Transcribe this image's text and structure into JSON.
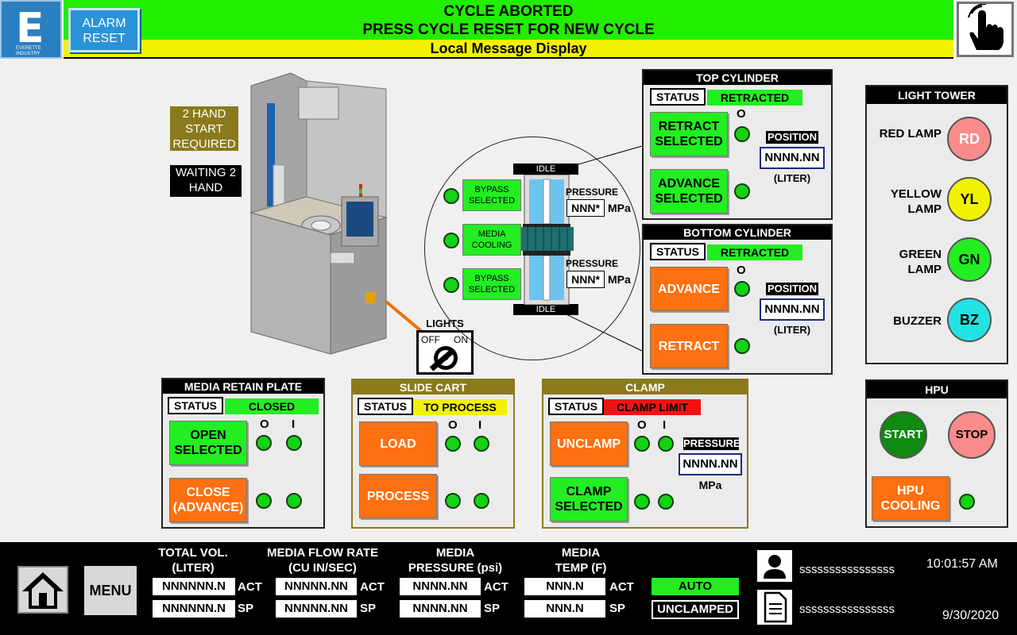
{
  "header": {
    "line1": "CYCLE ABORTED",
    "line2": "PRESS CYCLE RESET FOR NEW CYCLE",
    "line3": "Local Message Display",
    "alarm_reset": "ALARM RESET",
    "logo_letter": "E",
    "logo_sub": "EVERETTE INDUSTRY",
    "touch_icon": "touch-hand-icon"
  },
  "left_info": {
    "two_hand": "2 HAND START REQUIRED",
    "waiting": "WAITING 2 HAND"
  },
  "lights": {
    "label": "LIGHTS",
    "off": "OFF",
    "on": "ON"
  },
  "circle": {
    "idle_top": "IDLE",
    "idle_bottom": "IDLE",
    "bypass_top": "BYPASS SELECTED",
    "media_cooling": "MEDIA COOLING",
    "bypass_bottom": "BYPASS SELECTED",
    "pressure_label": "PRESSURE",
    "pressure_value": "NNN*",
    "pressure_unit": "MPa"
  },
  "top_cylinder": {
    "title": "TOP CYLINDER",
    "status_label": "STATUS",
    "status_value": "RETRACTED",
    "io_o": "O",
    "btn1": "RETRACT SELECTED",
    "btn2": "ADVANCE SELECTED",
    "position_label": "POSITION",
    "position_value": "NNNN.NN",
    "position_unit": "(LITER)"
  },
  "bottom_cylinder": {
    "title": "BOTTOM CYLINDER",
    "status_label": "STATUS",
    "status_value": "RETRACTED",
    "io_o": "O",
    "btn1": "ADVANCE",
    "btn2": "RETRACT",
    "position_label": "POSITION",
    "position_value": "NNNN.NN",
    "position_unit": "(LITER)"
  },
  "light_tower": {
    "title": "LIGHT TOWER",
    "lamps": [
      {
        "label": "RED LAMP",
        "code": "RD",
        "color": "#f98b8b"
      },
      {
        "label": "YELLOW LAMP",
        "code": "YL",
        "color": "#f2f200"
      },
      {
        "label": "GREEN LAMP",
        "code": "GN",
        "color": "#22ee22"
      },
      {
        "label": "BUZZER",
        "code": "BZ",
        "color": "#22e2e2"
      }
    ]
  },
  "media_retain": {
    "title": "MEDIA RETAIN PLATE",
    "status_label": "STATUS",
    "status_value": "CLOSED",
    "io_o": "O",
    "io_i": "I",
    "btn1": "OPEN SELECTED",
    "btn2": "CLOSE (ADVANCE)"
  },
  "slide_cart": {
    "title": "SLIDE CART",
    "status_label": "STATUS",
    "status_value": "TO PROCESS",
    "io_o": "O",
    "io_i": "I",
    "btn1": "LOAD",
    "btn2": "PROCESS"
  },
  "clamp": {
    "title": "CLAMP",
    "status_label": "STATUS",
    "status_value": "CLAMP LIMIT",
    "io_o": "O",
    "io_i": "I",
    "btn1": "UNCLAMP",
    "btn2": "CLAMP SELECTED",
    "pressure_label": "PRESSURE",
    "pressure_value": "NNNN.NN",
    "pressure_unit": "MPa"
  },
  "hpu": {
    "title": "HPU",
    "start": "START",
    "stop": "STOP",
    "cooling": "HPU COOLING"
  },
  "footer": {
    "menu": "MENU",
    "home_icon": "home-icon",
    "groups": [
      {
        "head": "TOTAL VOL. (LITER)",
        "act": "NNNNNN.N",
        "sp": "NNNNNN.N"
      },
      {
        "head": "MEDIA FLOW RATE (CU IN/SEC)",
        "act": "NNNNN.NN",
        "sp": "NNNNN.NN"
      },
      {
        "head": "MEDIA PRESSURE (psi)",
        "act": "NNNN.NN",
        "sp": "NNNN.NN"
      },
      {
        "head": "MEDIA TEMP (F)",
        "act": "NNN.N",
        "sp": "NNN.N"
      }
    ],
    "act_label": "ACT",
    "sp_label": "SP",
    "mode": "AUTO",
    "clamp_state": "UNCLAMPED",
    "user_text": "ssssssssssssssss",
    "doc_text": "ssssssssssssssss",
    "time": "10:01:57 AM",
    "date": "9/30/2020"
  }
}
